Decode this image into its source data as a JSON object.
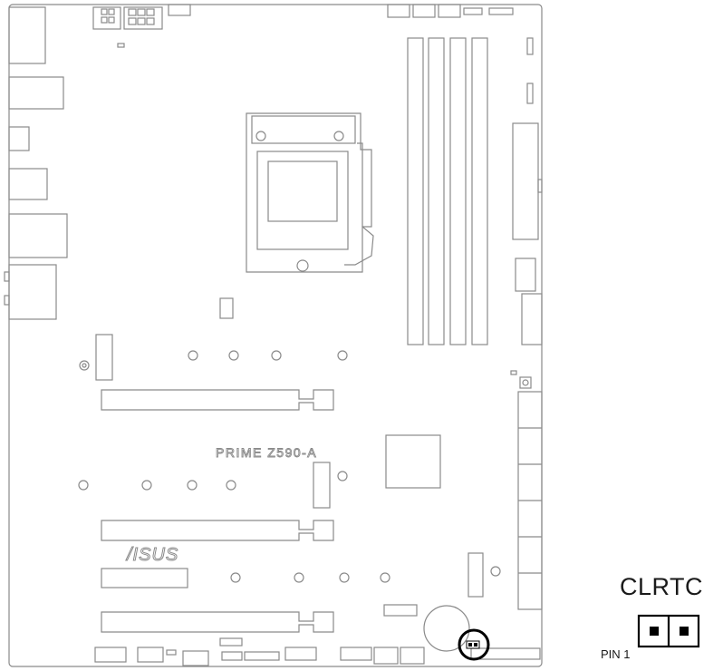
{
  "board": {
    "model": "PRIME Z590-A",
    "brand": "/ISUS"
  },
  "callout": {
    "header_name": "CLRTC",
    "pin_label": "PIN 1",
    "highlight_color": "#000000"
  },
  "colors": {
    "outline": "#8a8a8a",
    "board_fill": "#ffffff",
    "pin_fill": "#000000"
  }
}
